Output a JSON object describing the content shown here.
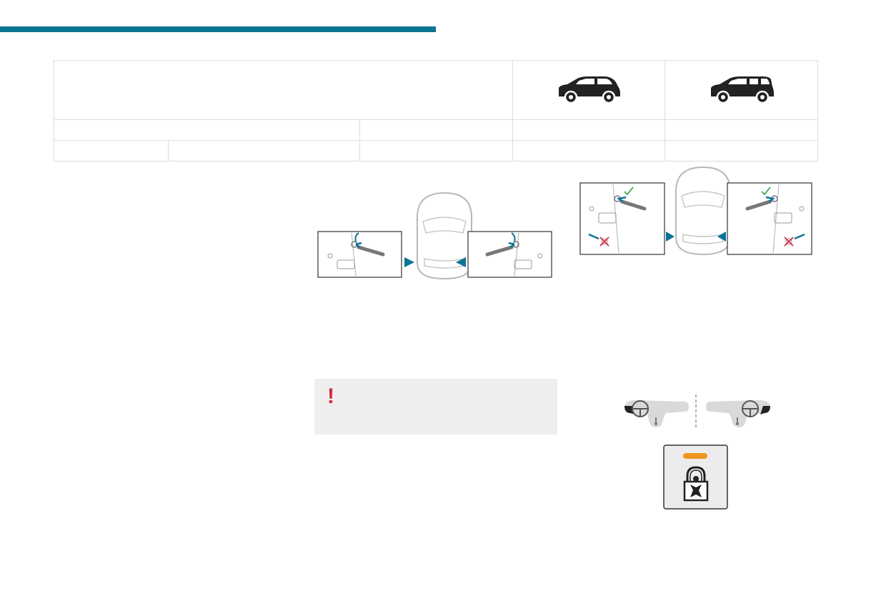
{
  "header": {
    "accent_color": "#0b7494"
  },
  "spec_table": {
    "header_icons": [
      "car-side-icon",
      "car-side-icon"
    ],
    "rows": 3
  },
  "figures": {
    "left_door_check": {
      "icon": "door-check-strap-diagram"
    },
    "right_door_check": {
      "icon": "door-check-strap-diagram-with-marks",
      "ok_color": "#3aa64a",
      "nok_color": "#d7263d"
    },
    "steering_layout": {
      "icon": "lhd-rhd-dashboard-icon"
    },
    "child_lock_panel": {
      "icon": "child-lock-icon",
      "led_color": "#f0961e"
    }
  },
  "warning": {
    "mark": "!",
    "color": "#d7263d"
  }
}
